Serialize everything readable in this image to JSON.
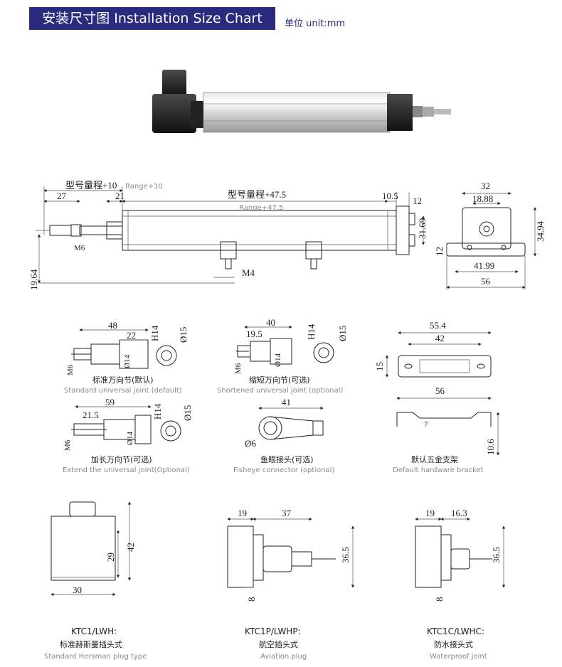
{
  "header": {
    "title": "安装尺寸图 Installation Size Chart",
    "unit": "单位 unit:mm"
  },
  "main_drawing": {
    "dim_range10_cn": "型号量程+10",
    "dim_range10_en": "Range+10",
    "dim_27": "27",
    "dim_21": "21",
    "dim_range475_cn": "型号量程+47.5",
    "dim_range475_en": "Range+47.5",
    "dim_10_5": "10.5",
    "dim_12": "12",
    "dim_31_69": "31.69",
    "dim_m6": "M6",
    "dim_m4": "M4",
    "dim_19_64": "19.64"
  },
  "end_view": {
    "dim_32": "32",
    "dim_18_88": "18.88",
    "dim_34_94": "34.94",
    "dim_12": "12",
    "dim_41_99": "41.99",
    "dim_56": "56"
  },
  "joints": [
    {
      "dims": [
        "48",
        "22",
        "H14",
        "Ø15",
        "M6",
        "Ø14"
      ],
      "cn": "标准万向节(默认)",
      "en": "Standard universal joint (default)"
    },
    {
      "dims": [
        "40",
        "19.5",
        "H14",
        "Ø15",
        "M6",
        "Ø14"
      ],
      "cn": "缩短万向节(可选)",
      "en": "Shortened universal joint (optional)"
    },
    {
      "dims": [
        "59",
        "21.5",
        "H14",
        "Ø15",
        "M6",
        "Ø14"
      ],
      "cn": "加长万向节(可选)",
      "en": "Extend the universal joint(Optional)"
    },
    {
      "dims": [
        "41",
        "Ø6"
      ],
      "cn": "鱼眼接头(可选)",
      "en": "Fisheye connector (optional)"
    }
  ],
  "bracket": {
    "dim_55_4": "55.4",
    "dim_42": "42",
    "dim_15": "15",
    "dim_56": "56",
    "dim_7": "7",
    "dim_10_6": "10.6",
    "cn": "默认五金支架",
    "en": "Default hardware bracket"
  },
  "plugs": [
    {
      "model": "KTC1/LWH:",
      "cn": "标准赫斯曼插头式",
      "en": "Standard Hersman plug type",
      "dims": [
        "42",
        "29",
        "30"
      ]
    },
    {
      "model": "KTC1P/LWHP:",
      "cn": "航空插头式",
      "en": "Aviation plug",
      "dims": [
        "19",
        "37",
        "36.5",
        "8"
      ]
    },
    {
      "model": "KTC1C/LWHC:",
      "cn": "防水接头式",
      "en": "Waterproof joint",
      "dims": [
        "19",
        "16.3",
        "36.5",
        "8"
      ]
    }
  ],
  "colors": {
    "banner": "#2a2a7e",
    "caption_en": "#8a8a8a"
  }
}
